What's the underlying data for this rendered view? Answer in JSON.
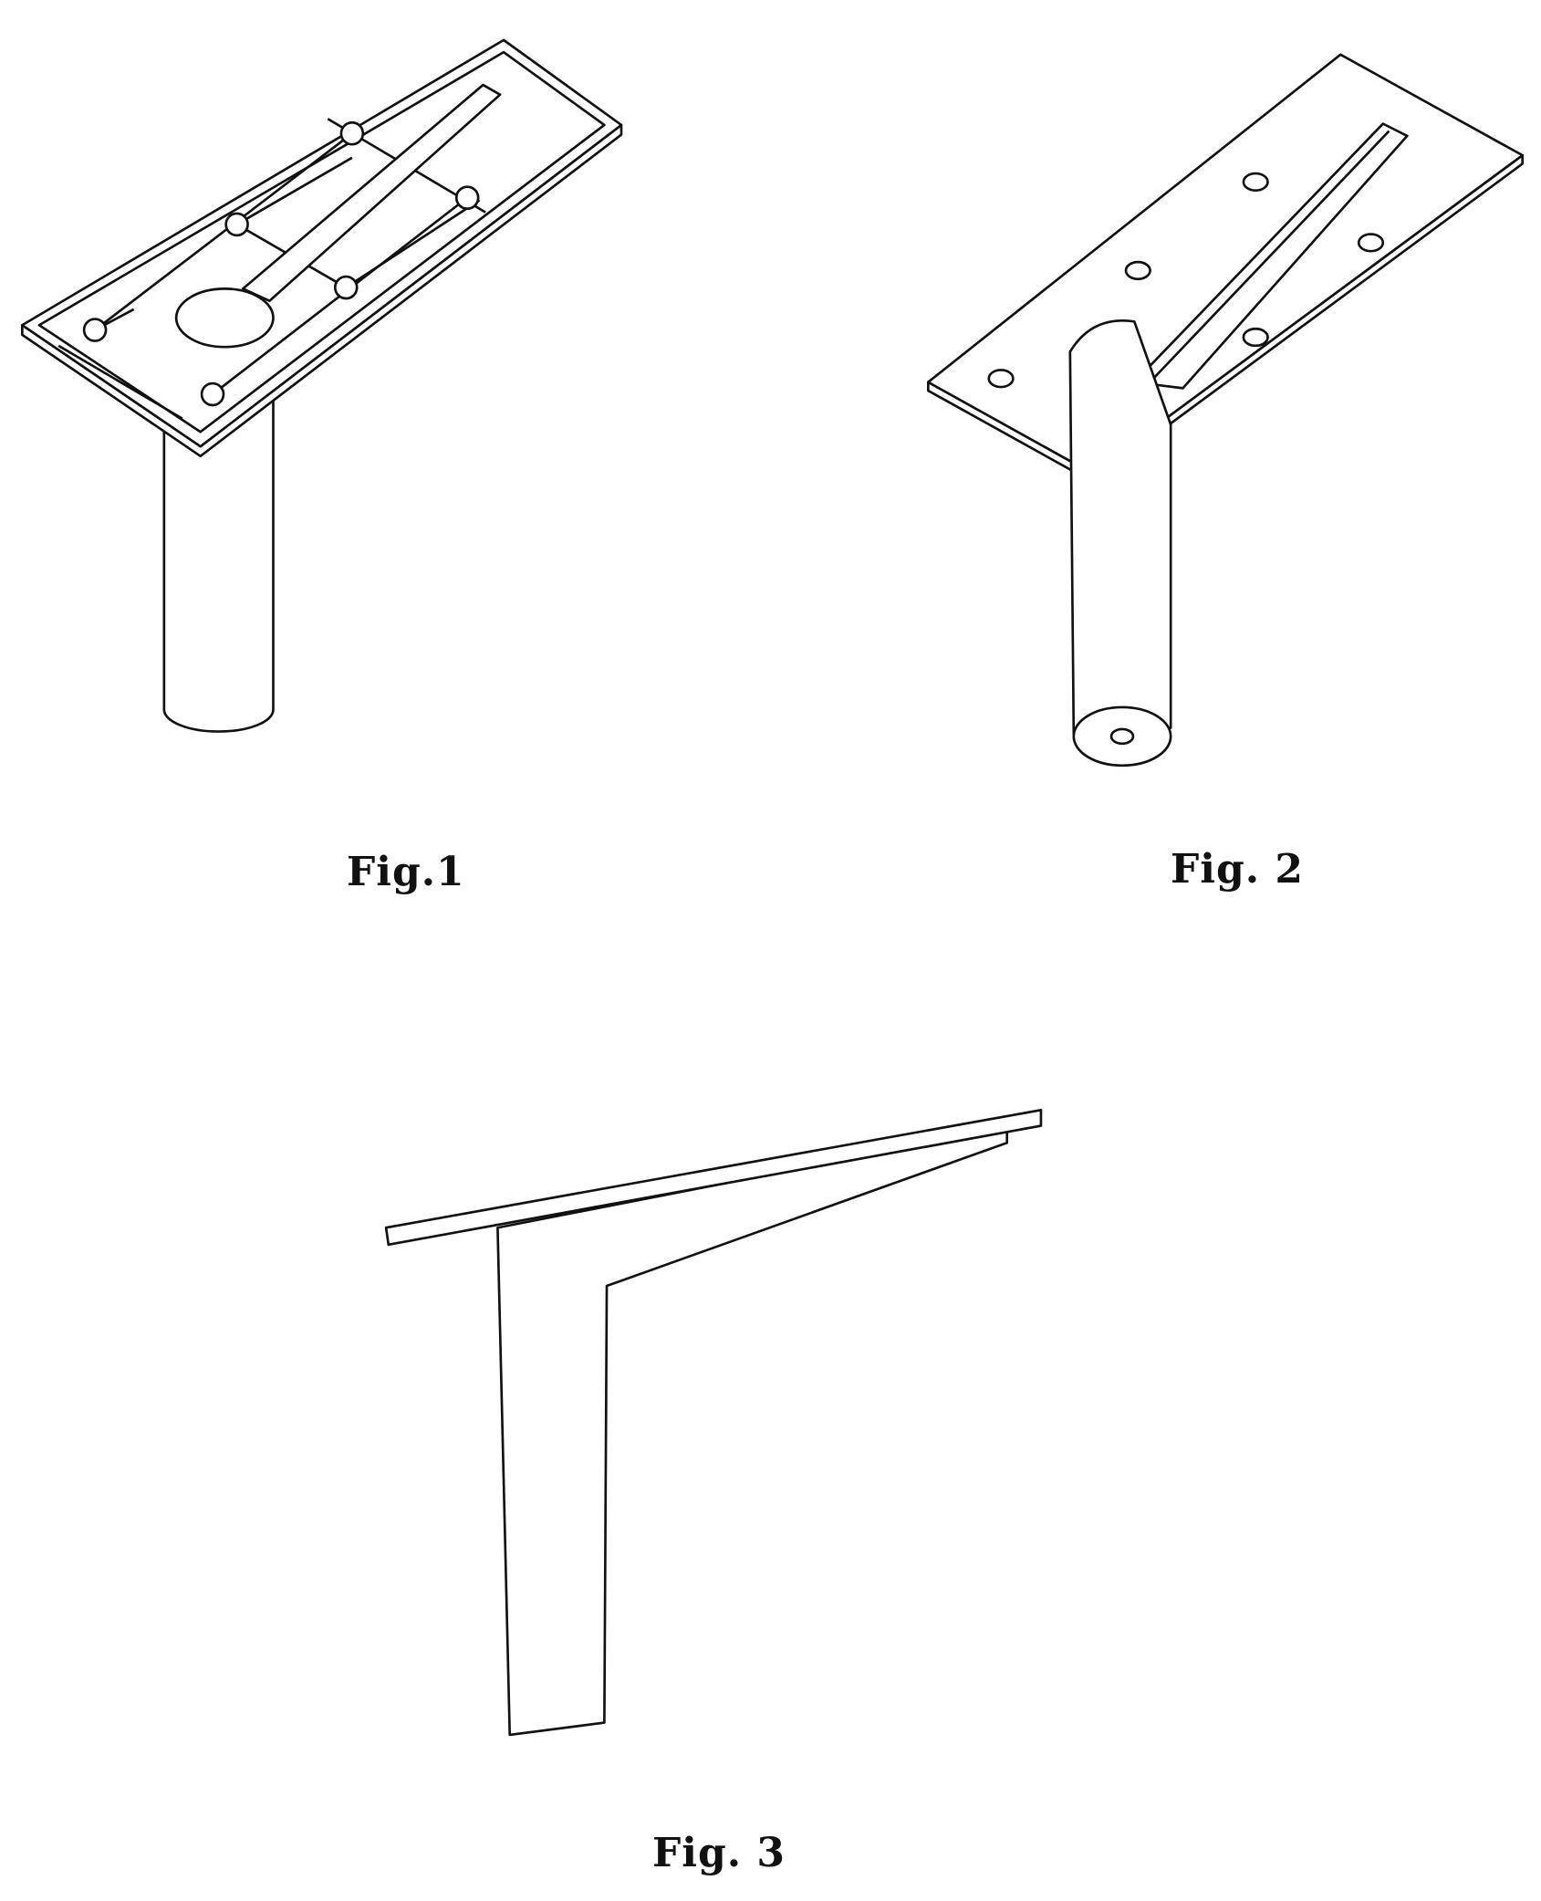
{
  "figures": [
    {
      "label": "Fig.1"
    },
    {
      "label": "Fig. 2"
    },
    {
      "label": "Fig. 3"
    }
  ]
}
